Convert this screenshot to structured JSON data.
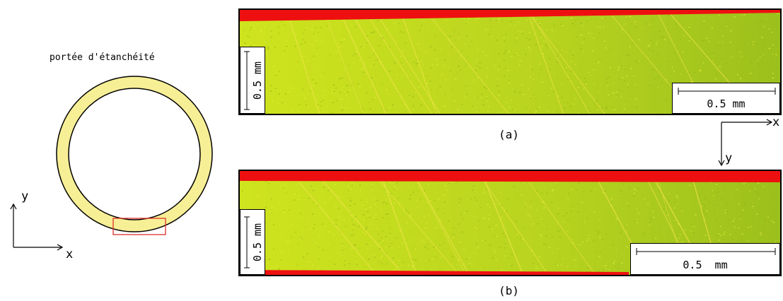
{
  "schematic": {
    "title": "portée d'étanchéité",
    "axis_x": "x",
    "axis_y": "y",
    "colors": {
      "ring_fill": "#f7ef96",
      "highlight_box": "#e0302c"
    }
  },
  "panels": [
    {
      "caption": "(a)",
      "scale_vertical": "0.5 mm",
      "scale_horizontal": "0.5 mm"
    },
    {
      "caption": "(b)",
      "scale_vertical": "0.5 mm",
      "scale_horizontal": "0.5  mm"
    }
  ],
  "right_axes": {
    "x": "x",
    "y": "y"
  },
  "colors": {
    "map_base": "#d2e620",
    "map_dark": "#8fb31a",
    "edge_red": "#ee1010",
    "scratch": "#f3e44a"
  }
}
